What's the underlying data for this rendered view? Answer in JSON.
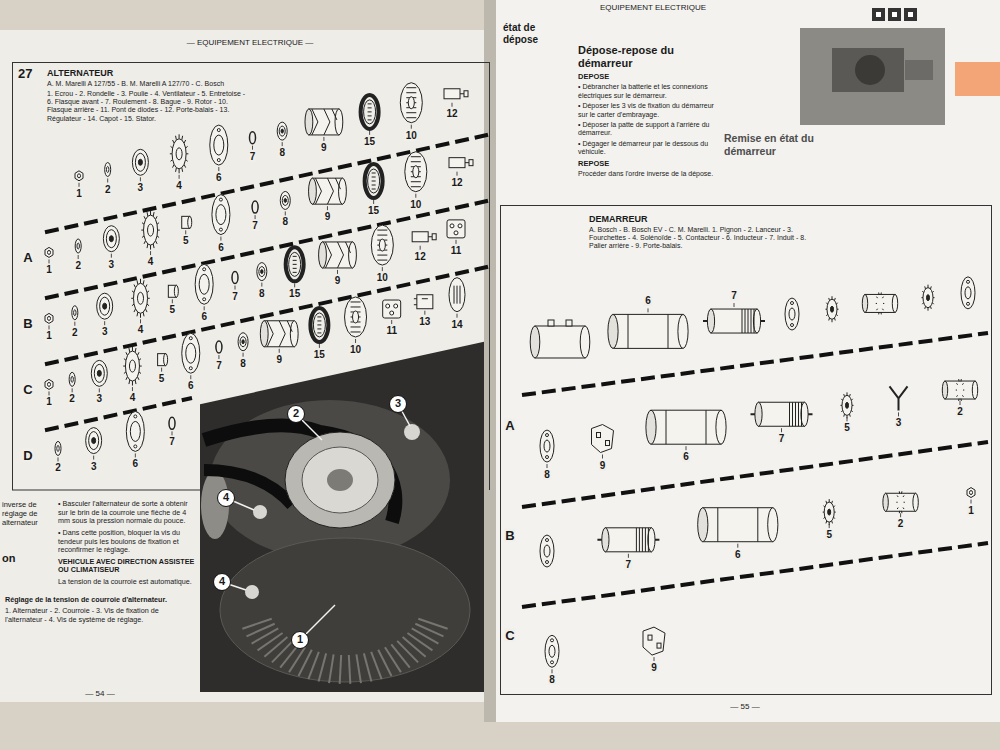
{
  "diagram": {
    "nodes": [
      {
        "text": [
          "ALTERNATEUR",
          "A. M. Marelli A 127/55 - B. M. Marelli A 127/70 - C. Bosch",
          "1. Ecrou - 2. Rondelle - 3. Poulie - 4. Ventilateur - 5. Entretoise - 6. Flasque avant - 7. Roulement - 8. Bague - 9. Rotor - 10. Flasque arrière - 11. Pont de diodes - 12. Porte-balais - 13. Régulateur - 14. Capot - 15. Stator."
        ]
      },
      {
        "text": [
          "DEMARREUR",
          "A. Bosch - B. Bosch EV - C. M. Marelli. 1. Pignon - 2. Lanceur - 3. Fourchettes - 4. Solénoïde - 5. Contacteur - 6. Inducteur - 7. Induit - 8. Palier arrière - 9. Porte-balais."
        ]
      }
    ],
    "labels": [
      "— EQUIPEMENT ELECTRIQUE —",
      "27",
      "1",
      "2",
      "3",
      "4",
      "6",
      "7",
      "8",
      "9",
      "15",
      "10",
      "12",
      "A",
      "1",
      "2",
      "3",
      "4",
      "5",
      "6",
      "7",
      "8",
      "9",
      "15",
      "10",
      "12",
      "B",
      "1",
      "2",
      "3",
      "4",
      "5",
      "6",
      "7",
      "8",
      "15",
      "9",
      "10",
      "12",
      "11",
      "C",
      "1",
      "2",
      "3",
      "4",
      "5",
      "6",
      "7",
      "8",
      "9",
      "15",
      "10",
      "11",
      "13",
      "14",
      "D",
      "2",
      "3",
      "6",
      "7",
      "inverse de réglage de alternateur",
      "on",
      "• Basculer l'alternateur de sorte à obtenir sur le brin de la courroie une flèche de 4 mm sous la pression normale du pouce.",
      "• Dans cette position, bloquer la vis du tendeur puis les boulons de fixation et reconfirmer le réglage.",
      "VEHICULE AVEC DIRECTION ASSISTEE OU CLIMATISEUR",
      "La tension de la courroie est automatique.",
      "Réglage de la tension de courroie d'alternateur.",
      "1. Alternateur - 2. Courroie - 3. Vis de fixation de l'alternateur - 4. Vis de système de réglage.",
      "— 54 —",
      "2",
      "3",
      "4",
      "4",
      "1",
      "EQUIPEMENT ELECTRIQUE",
      "état de dépose",
      "Dépose-repose du démarreur",
      "DEPOSE",
      "• Débrancher la batterie et les connexions électriques sur le démarreur.",
      "• Déposer les 3 vis de fixation du démarreur sur le carter d'embrayage.",
      "• Déposer la patte de support à l'arrière du démarreur.",
      "• Dégager le démarreur par le dessous du véhicule.",
      "REPOSE",
      "Procéder dans l'ordre inverse de la dépose.",
      "Remise en état du démarreur",
      "6",
      "7",
      "A",
      "8",
      "9",
      "6",
      "7",
      "5",
      "3",
      "2",
      "B",
      "7",
      "6",
      "5",
      "2",
      "1",
      "C",
      "8",
      "9",
      "— 55 —"
    ]
  }
}
